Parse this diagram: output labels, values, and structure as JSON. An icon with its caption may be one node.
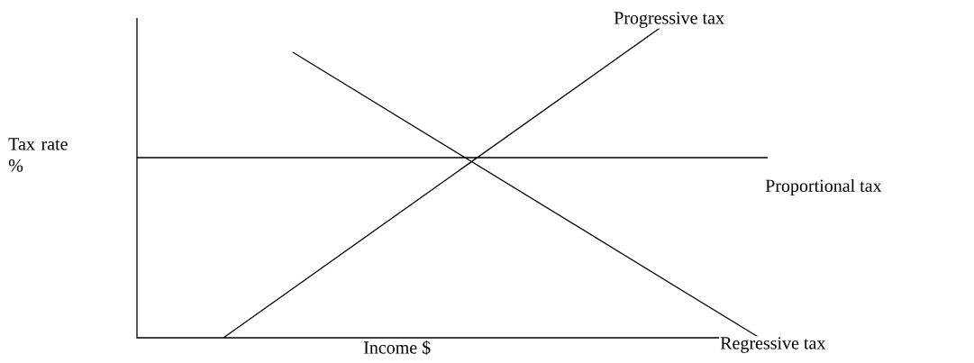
{
  "diagram": {
    "labels": [
      "Progressive tax",
      "Tax rate %",
      "Proportional tax",
      "Regressive tax",
      "Income $"
    ]
  }
}
